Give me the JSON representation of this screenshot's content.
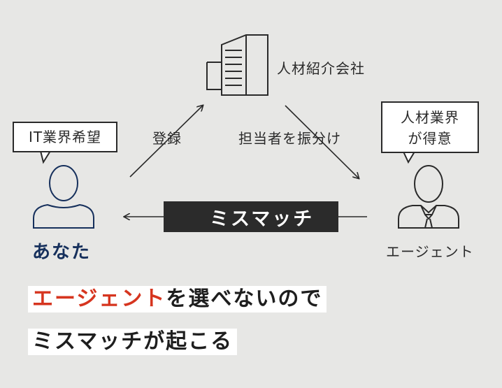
{
  "company": {
    "label": "人材紹介会社"
  },
  "edges": {
    "register": "登録",
    "assign": "担当者を振分け"
  },
  "you": {
    "bubble": "IT業界希望",
    "name": "あなた"
  },
  "agent": {
    "bubble_line1": "人材業界",
    "bubble_line2": "が得意",
    "name": "エージェント"
  },
  "mismatch": {
    "label": "ミスマッチ"
  },
  "caption": {
    "line1_highlight": "エージェント",
    "line1_rest": "を選べないので",
    "line2": "ミスマッチが起こる"
  },
  "colors": {
    "accent": "#d6351f",
    "name_blue": "#16305c",
    "dark": "#2b2b2b",
    "background": "#e7e7e5"
  }
}
